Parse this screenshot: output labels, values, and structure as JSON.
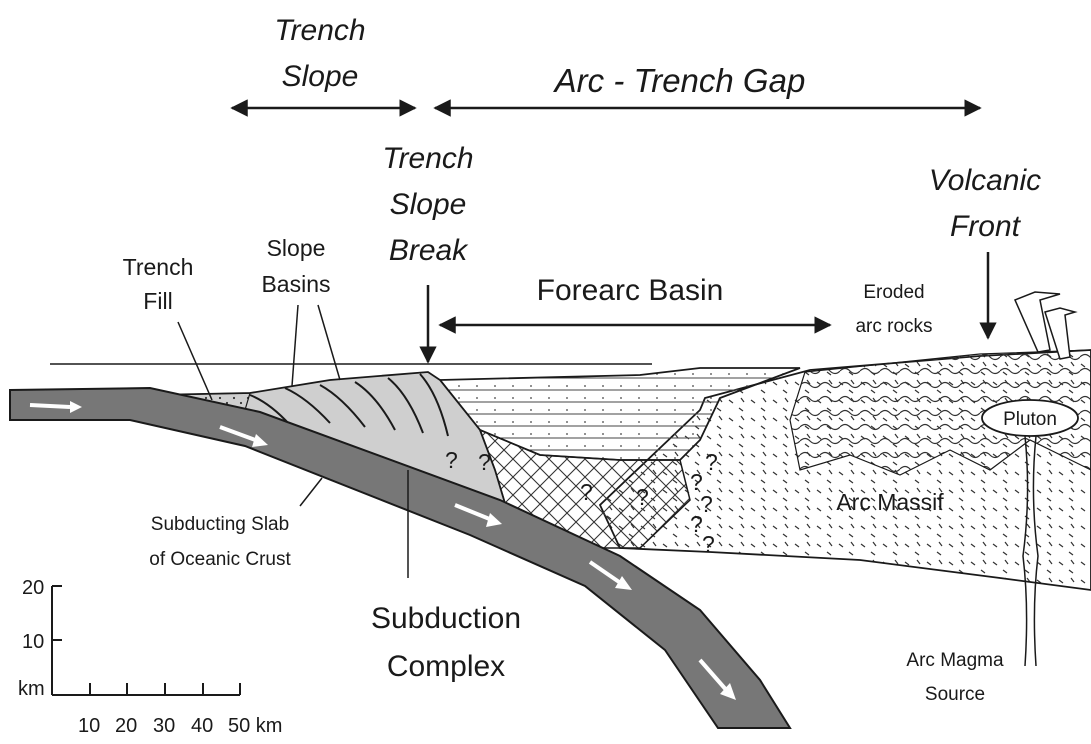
{
  "labels": {
    "trench_slope": [
      "Trench",
      "Slope"
    ],
    "arc_trench_gap": "Arc - Trench Gap",
    "trench_slope_break": [
      "Trench",
      "Slope",
      "Break"
    ],
    "volcanic_front": [
      "Volcanic",
      "Front"
    ],
    "trench_fill": [
      "Trench",
      "Fill"
    ],
    "slope_basins": [
      "Slope",
      "Basins"
    ],
    "forearc_basin": "Forearc Basin",
    "eroded_arc_rocks": [
      "Eroded",
      "arc rocks"
    ],
    "pluton": "Pluton",
    "arc_massif": "Arc Massif",
    "subducting_slab": [
      "Subducting Slab",
      "of Oceanic Crust"
    ],
    "subduction_complex": [
      "Subduction",
      "Complex"
    ],
    "arc_magma_source": [
      "Arc Magma",
      "Source"
    ],
    "question_mark": "?"
  },
  "scale_bar": {
    "vertical_ticks": [
      "20",
      "10"
    ],
    "vertical_unit": "km",
    "horizontal_ticks": [
      "10",
      "20",
      "30",
      "40",
      "50 km"
    ]
  },
  "colors": {
    "slab_fill": "#777777",
    "complex_fill": "#cfcfcf",
    "ink": "#1a1a1a",
    "arrow_white": "#ffffff"
  }
}
